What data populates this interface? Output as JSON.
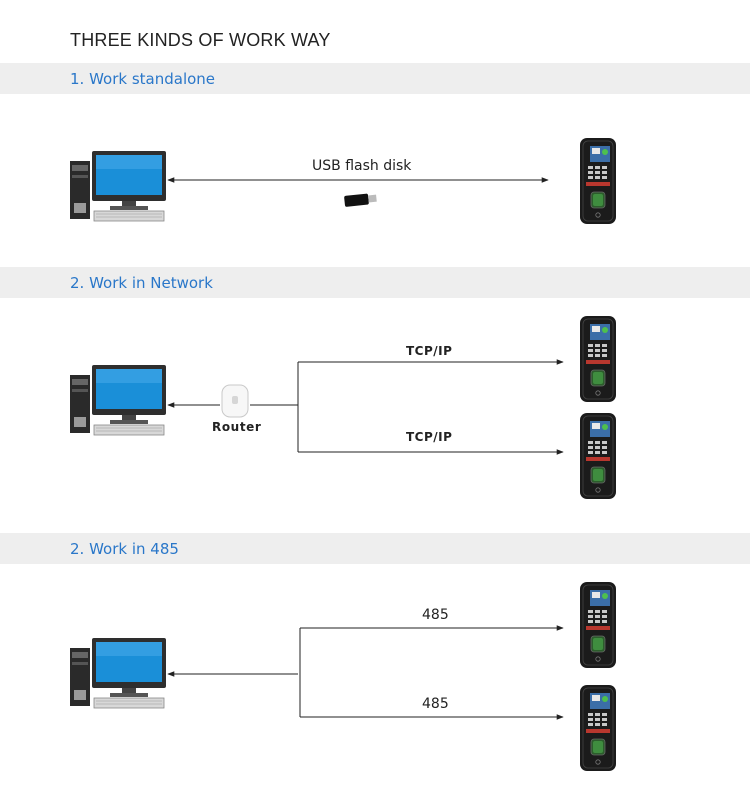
{
  "title": "THREE KINDS OF WORK WAY",
  "sections": [
    {
      "heading": "1. Work standalone",
      "connection_label": "USB flash disk"
    },
    {
      "heading": "2. Work in Network",
      "router_label": "Router",
      "link_labels": [
        "TCP/IP",
        "TCP/IP"
      ]
    },
    {
      "heading": "2. Work in 485",
      "link_labels": [
        "485",
        "485"
      ]
    }
  ],
  "colors": {
    "heading_text": "#2a77c9",
    "band": "#eeeeee",
    "monitor_screen": "#1a8fd8",
    "device_body": "#1b1b1b"
  },
  "icons": [
    "computer-icon",
    "usb-flash-disk-icon",
    "router-icon",
    "fingerprint-terminal-icon"
  ]
}
